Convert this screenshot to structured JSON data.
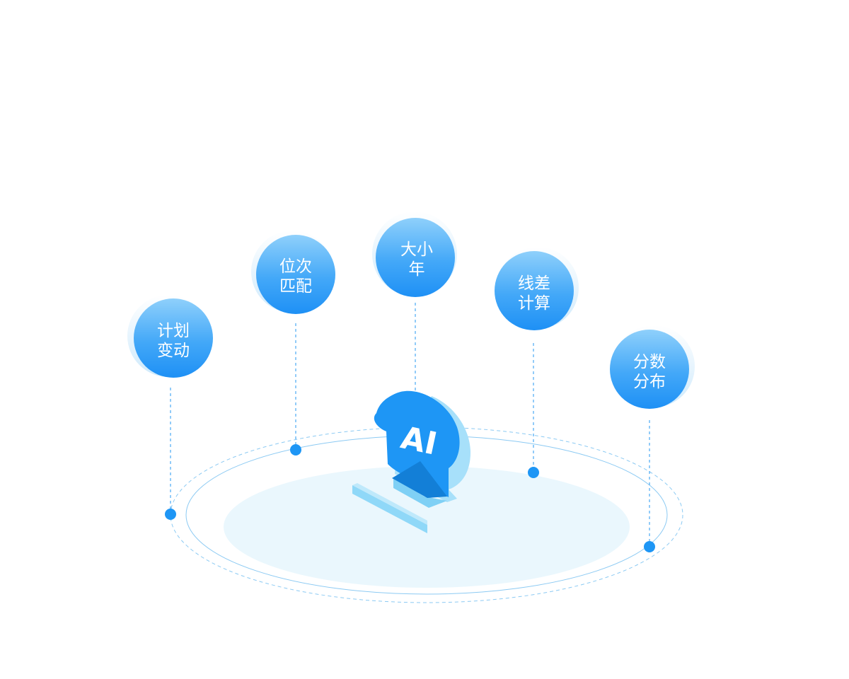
{
  "center": {
    "badge_text": "AI",
    "colors": {
      "primary": "#1e96f5",
      "side": "#8fd8f8",
      "platform": "#eaf7fd",
      "ring": "#8ccaf3",
      "dot": "#1e96f5"
    }
  },
  "nodes": [
    {
      "line1": "计划",
      "line2": "变动"
    },
    {
      "line1": "位次",
      "line2": "匹配"
    },
    {
      "line1": "大小",
      "line2": "年"
    },
    {
      "line1": "线差",
      "line2": "计算"
    },
    {
      "line1": "分数",
      "line2": "分布"
    }
  ]
}
